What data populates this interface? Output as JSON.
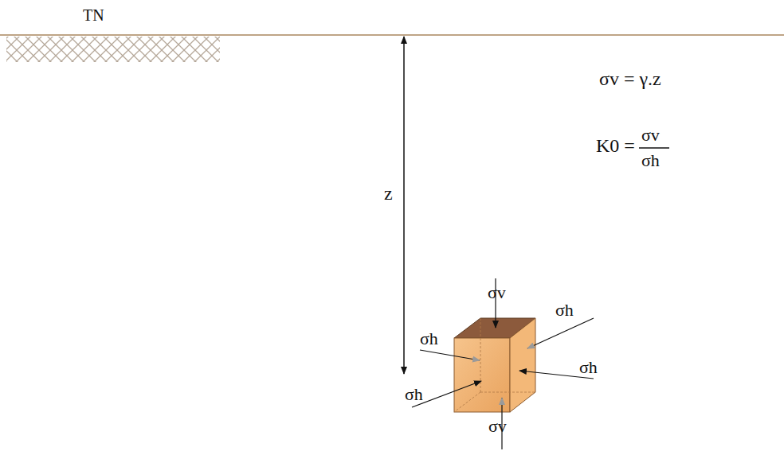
{
  "diagram": {
    "labels": [
      "TN",
      "z",
      "σv = γ.z",
      "K0 =",
      "σv",
      "σh",
      "σv",
      "σh",
      "σh",
      "σh",
      "σh",
      "σv"
    ]
  }
}
